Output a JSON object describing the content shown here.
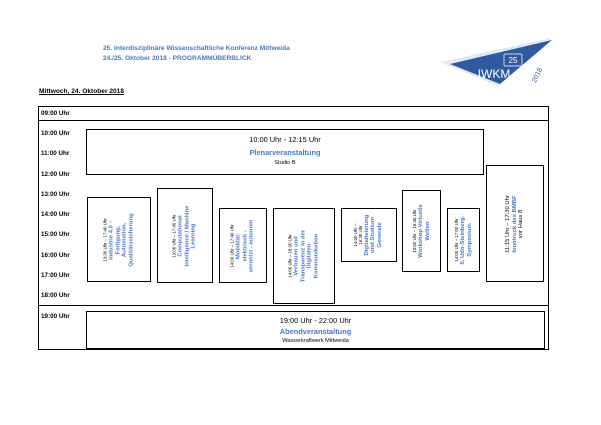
{
  "header": {
    "line1": "25. Interdisziplinäre Wissenschaftliche Konferenz Mittweida",
    "line2": "24./25. Oktober 2018 - PROGRAMMÜBERBLICK"
  },
  "logo": {
    "text": "IWKM",
    "number": "25",
    "year": "2018"
  },
  "day_heading": "Mittwoch, 24. Oktober 2018",
  "time_labels": [
    "09:00 Uhr",
    "10:00 Uhr",
    "11:00 Uhr",
    "12:00 Uhr",
    "13:00 Uhr",
    "14:00 Uhr",
    "15:00 Uhr",
    "16:00 Uhr",
    "17:00 Uhr",
    "18:00 Uhr",
    "19:00 Uhr"
  ],
  "plenar": {
    "time": "10:00 Uhr  - 12:15 Uhr",
    "title": "Plenarveranstaltung",
    "location": "Studio B"
  },
  "abend": {
    "time": "19:00 Uhr  - 22:00 Uhr",
    "title": "Abendveranstaltung",
    "location": "Wasserkraftwerk Mittweida"
  },
  "sessions": [
    {
      "time": "13:30 Uhr – 17:40 Uhr",
      "title_lines": [
        "Industrie 4.0 –",
        "Fertigung,",
        "Automation,",
        "Qualitätssicherung"
      ]
    },
    {
      "time": "13:00 Uhr – 17:45 Uhr",
      "title_lines": [
        "Computational",
        "Intelligence / Machine",
        "Learning"
      ]
    },
    {
      "time": "14:00 Uhr – 17:40 Uhr",
      "title_lines": [
        "Mobilität:",
        "elektrisch -",
        "vernetzt - autonom"
      ]
    },
    {
      "time": "14:00 Uhr – 18:30 Uhr",
      "title_lines": [
        "Vertrauen und",
        "Transparenz in der",
        "Digitalen",
        "Kommunikation"
      ]
    },
    {
      "time": "14:00 Uhr –",
      "time2": "16:30 Uhr",
      "title_lines": [
        "Digitalisierung",
        "und Studium",
        "Generale"
      ]
    },
    {
      "time": "13:00 Uhr – 16:45 Uhr",
      "title_lines": [
        "Workshop Virtuelle",
        "Welten"
      ]
    },
    {
      "time": "14:00 Uhr – 17:00 Uhr",
      "title_lines": [
        "5. Udo-Steinberg-",
        "Symposium"
      ]
    },
    {
      "time_big": "11:15 Uhr – 17:30 Uhr",
      "title_lines": [
        "Innotruck des BMBF"
      ],
      "location": "vor Haus 8"
    }
  ]
}
